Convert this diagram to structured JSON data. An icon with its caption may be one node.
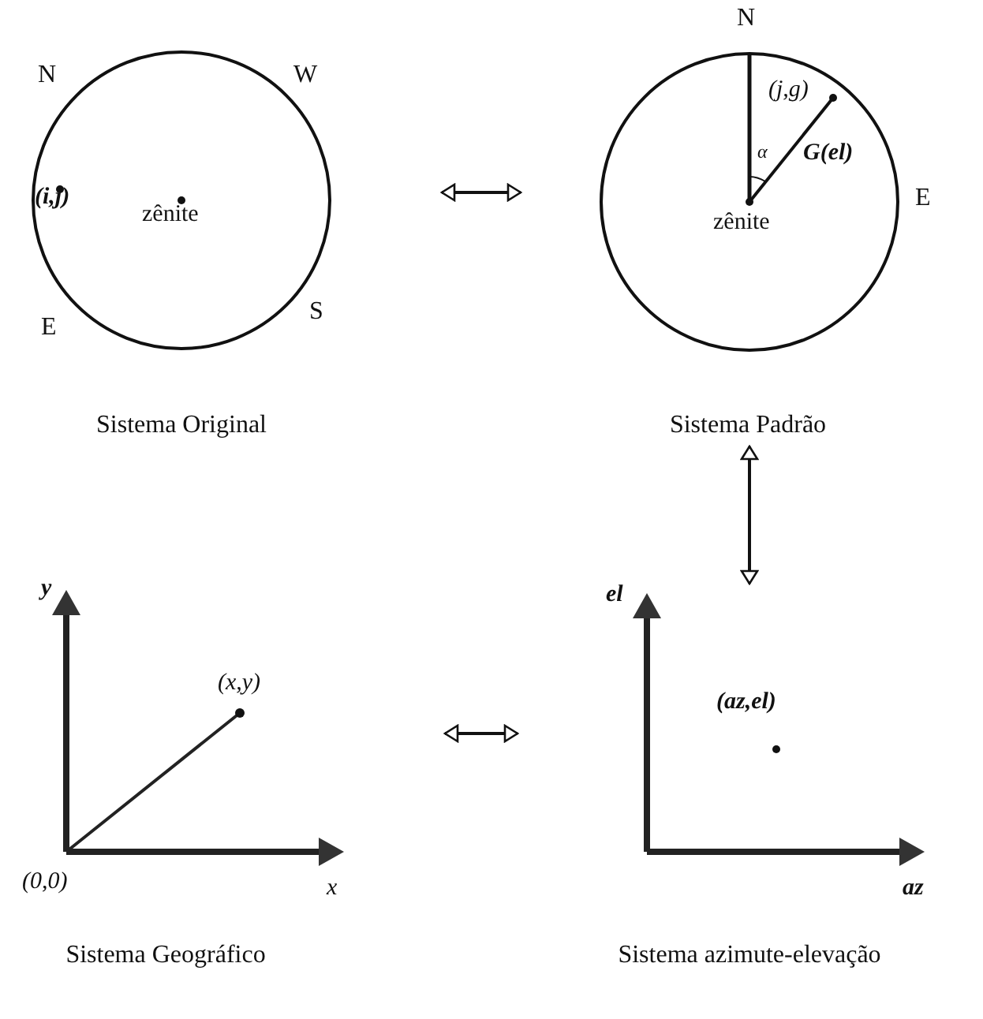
{
  "diagram": {
    "nodes": [
      {
        "text": [
          "(i,j)",
          "zênite",
          "Sistema Original"
        ],
        "beside": [
          "N",
          "W",
          "E",
          "S"
        ]
      },
      {
        "text": [
          "(j,g)",
          "α",
          "G(el)",
          "zênite",
          "Sistema Padrão"
        ],
        "beside": [
          "N",
          "E"
        ]
      },
      {
        "text": [
          "y",
          "(x,y)",
          "(0,0)",
          "x",
          "Sistema Geográfico"
        ]
      },
      {
        "text": [
          "el",
          "(az,el)",
          "az",
          "Sistema azimute-elevação"
        ]
      }
    ],
    "edges": [
      {
        "from": 0,
        "to": 1,
        "arrow": "both"
      },
      {
        "from": 1,
        "to": 3,
        "arrow": "both"
      },
      {
        "from": 2,
        "to": 3,
        "arrow": "both"
      }
    ]
  }
}
